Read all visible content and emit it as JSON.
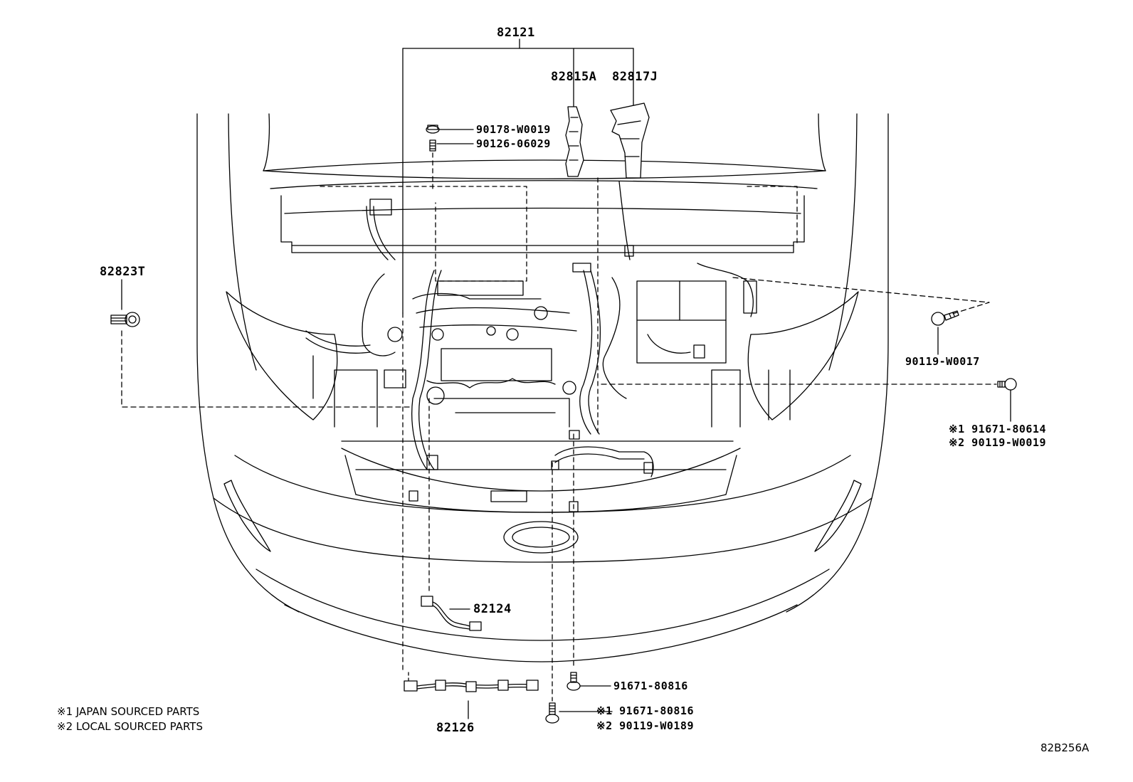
{
  "diagram": {
    "colors": {
      "line": "#000000",
      "background": "#ffffff"
    },
    "labels": {
      "p82121": "82121",
      "p82815a": "82815A",
      "p82817j": "82817J",
      "p90178": "90178-W0019",
      "p90126": "90126-06029",
      "p82823t": "82823T",
      "p90119_w0017": "90119-W0017",
      "p_right_bolt_1": "※1 91671-80614",
      "p_right_bolt_2": "※2 90119-W0019",
      "p82124": "82124",
      "p91671_80816": "91671-80816",
      "p_bottom_bolt_1": "※1 91671-80816",
      "p_bottom_bolt_2": "※2 90119-W0189",
      "p82126": "82126"
    },
    "notes": {
      "japan": "※1 JAPAN SOURCED PARTS",
      "local": "※2 LOCAL SOURCED PARTS"
    },
    "figure_code": "82B256A"
  }
}
